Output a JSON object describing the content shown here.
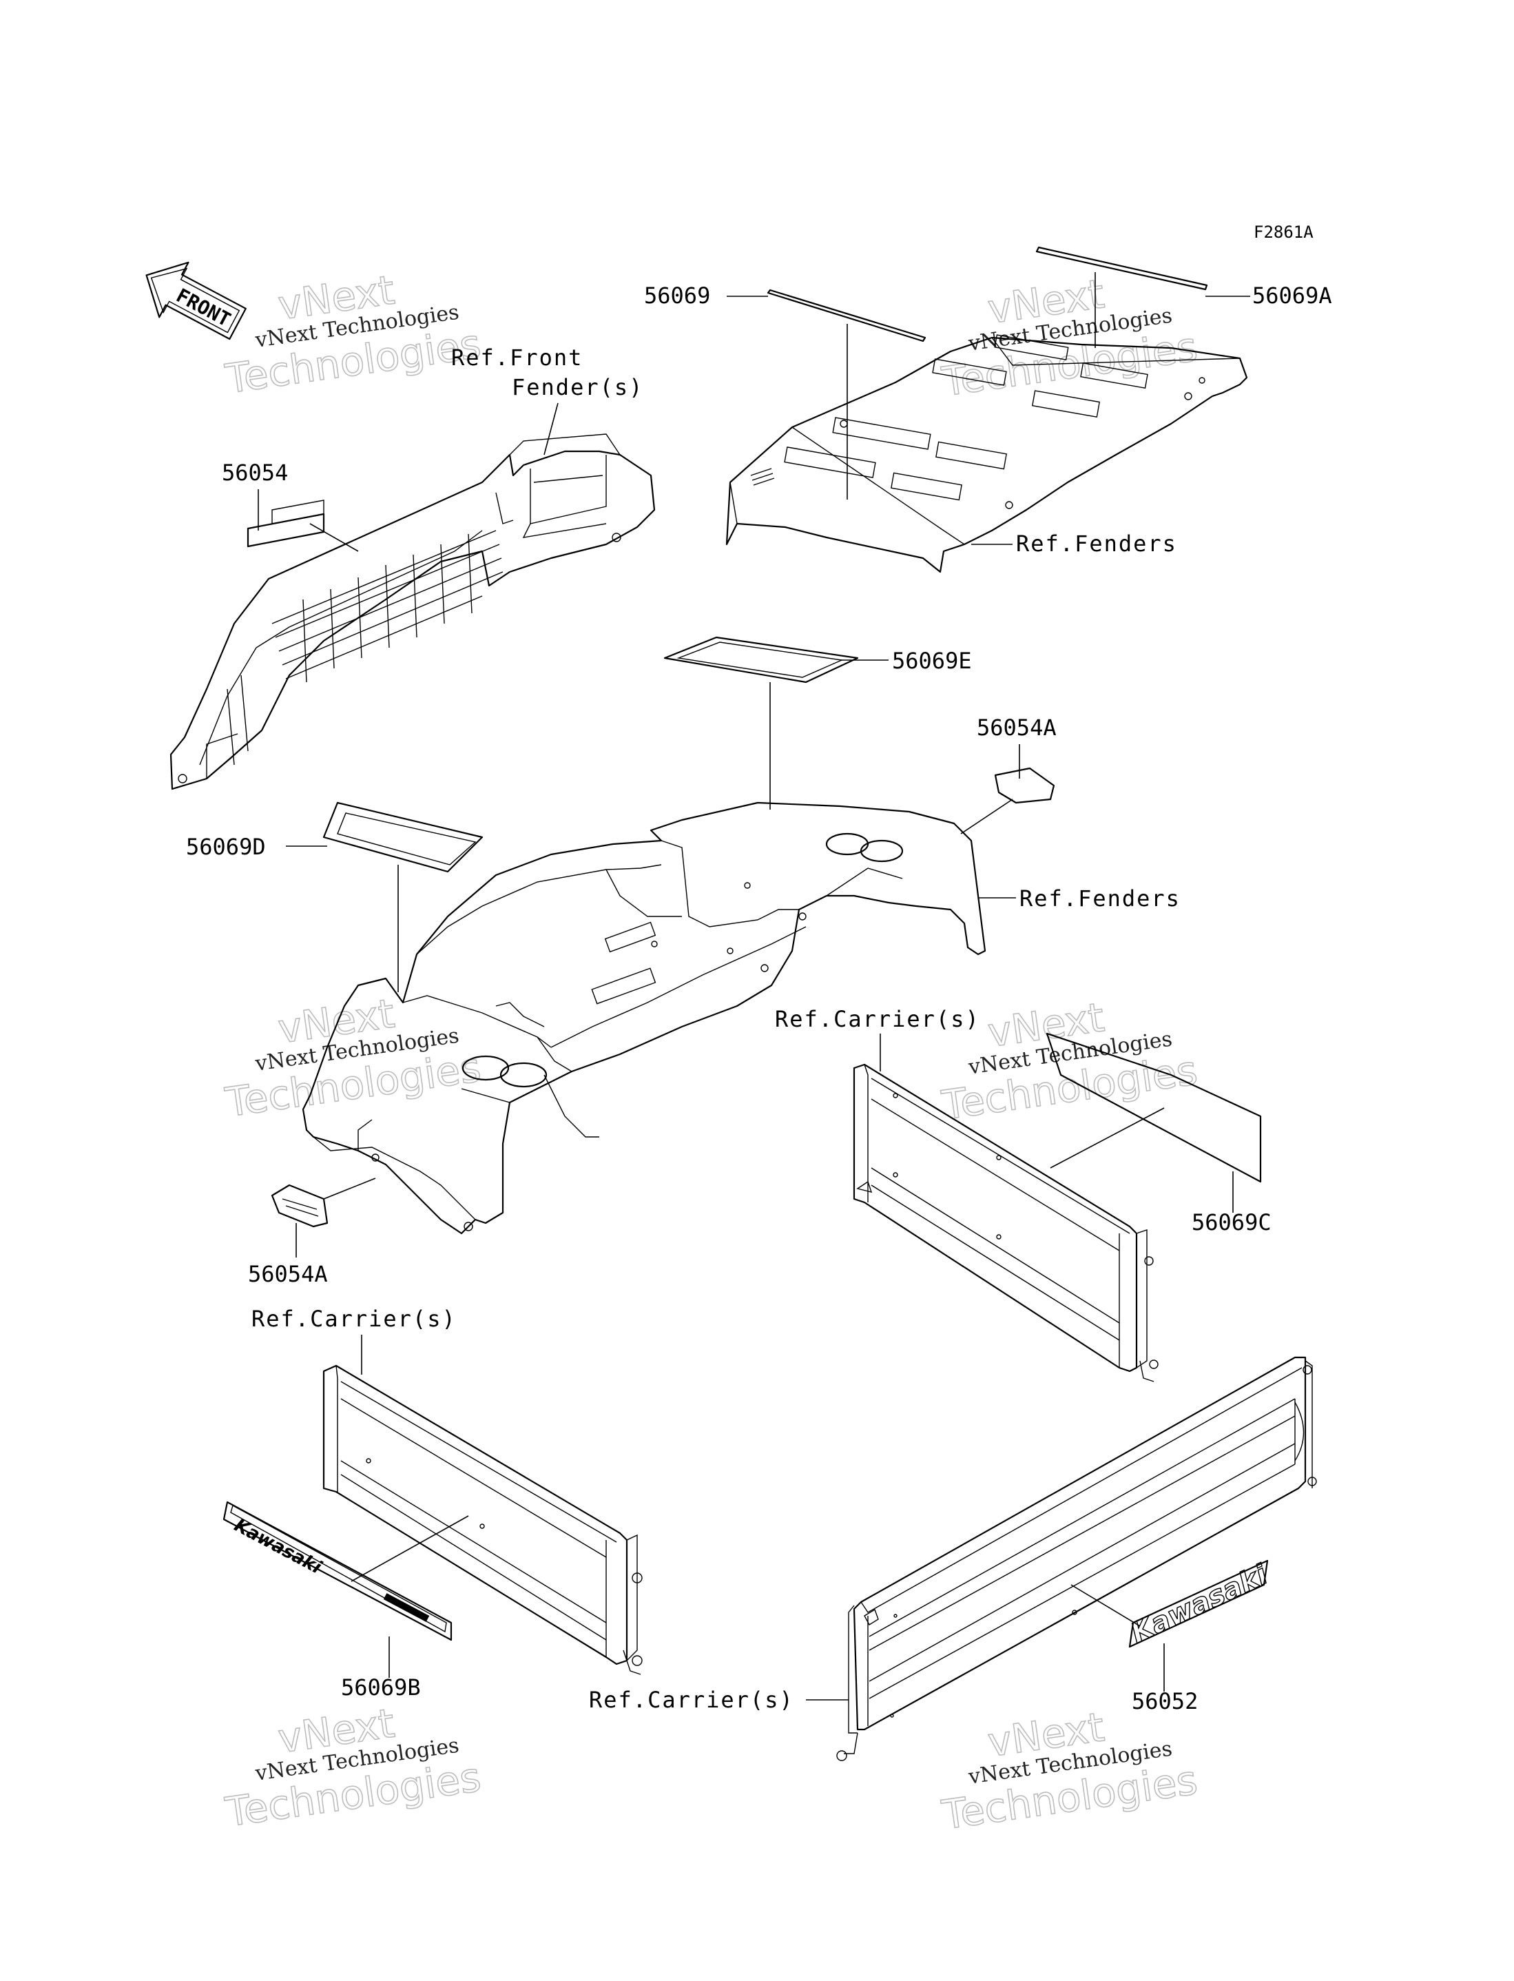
{
  "figure_code": "F2861A",
  "front_label": "FRONT",
  "watermark": {
    "line1": "vNext Technologies",
    "line2": "Technologies",
    "line3": "vNext"
  },
  "part_numbers": {
    "p56069": "56069",
    "p56069A": "56069A",
    "p56054": "56054",
    "p56069E": "56069E",
    "p56054A_upper": "56054A",
    "p56069D": "56069D",
    "p56054A_lower": "56054A",
    "p56069C": "56069C",
    "p56069B": "56069B",
    "p56052": "56052"
  },
  "references": {
    "front_fender_line1": "Ref.Front",
    "front_fender_line2": "Fender(s)",
    "fenders_upper": "Ref.Fenders",
    "fenders_lower": "Ref.Fenders",
    "carrier_mid": "Ref.Carrier(s)",
    "carrier_left": "Ref.Carrier(s)",
    "carrier_bottom": "Ref.Carrier(s)"
  },
  "decal_text": {
    "kawasaki_large": "Kawasaki",
    "kawasaki_small": "Kawasaki"
  }
}
